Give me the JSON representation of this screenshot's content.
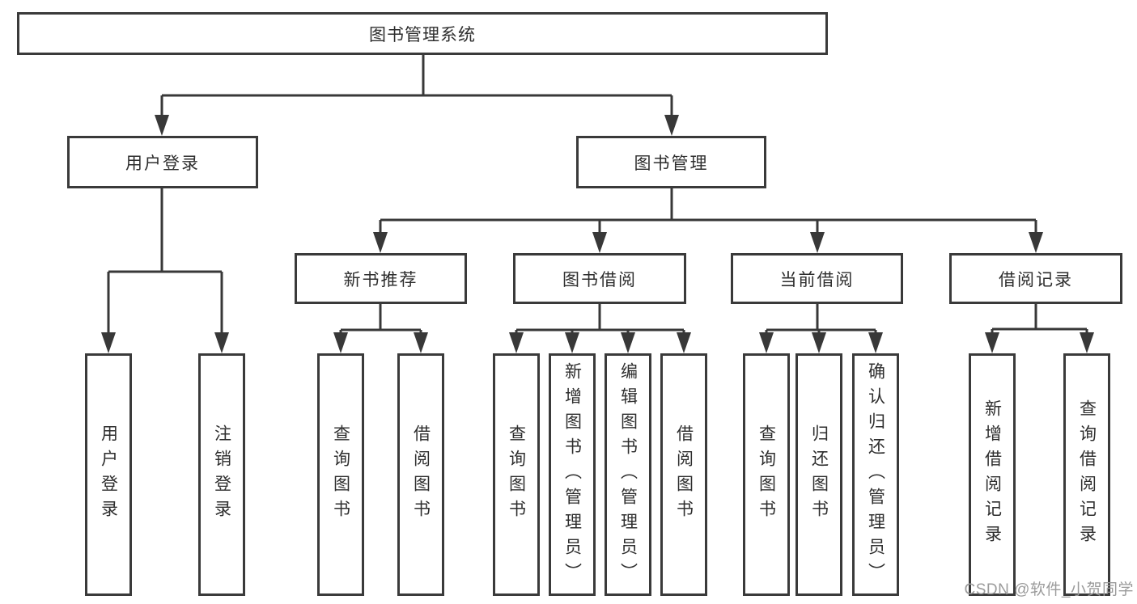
{
  "tree": {
    "root": {
      "label": "图书管理系统",
      "children": [
        {
          "label": "用户登录",
          "children": [
            {
              "label": "用户登录"
            },
            {
              "label": "注销登录"
            }
          ]
        },
        {
          "label": "图书管理",
          "children": [
            {
              "label": "新书推荐",
              "children": [
                {
                  "label": "查询图书"
                },
                {
                  "label": "借阅图书"
                }
              ]
            },
            {
              "label": "图书借阅",
              "children": [
                {
                  "label": "查询图书"
                },
                {
                  "label": "新增图书（管理员）"
                },
                {
                  "label": "编辑图书（管理员）"
                },
                {
                  "label": "借阅图书"
                }
              ]
            },
            {
              "label": "当前借阅",
              "children": [
                {
                  "label": "查询图书"
                },
                {
                  "label": "归还图书"
                },
                {
                  "label": "确认归还（管理员）"
                }
              ]
            },
            {
              "label": "借阅记录",
              "children": [
                {
                  "label": "新增借阅记录"
                },
                {
                  "label": "查询借阅记录"
                }
              ]
            }
          ]
        }
      ]
    }
  },
  "watermark": {
    "text": "CSDN @软件_小贺同学"
  },
  "colors": {
    "line": "#383838",
    "box_border": "#3a3a3a",
    "text": "#2e2e2e",
    "box_background": "#ffffff",
    "page_background": "#ffffff",
    "watermark": "#9b9b9b"
  }
}
